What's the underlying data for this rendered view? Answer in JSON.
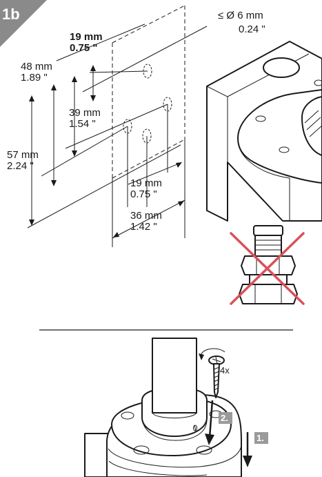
{
  "corner_label": "1b",
  "hole_dia": {
    "mm": "≤ Ø 6 mm",
    "in": "0.24 \""
  },
  "dim_19_top": {
    "mm": "19 mm",
    "in": "0.75 \""
  },
  "dim_48": {
    "mm": "48 mm",
    "in": "1.89 \""
  },
  "dim_39": {
    "mm": "39 mm",
    "in": "1.54 \""
  },
  "dim_57": {
    "mm": "57 mm",
    "in": "2.24 \""
  },
  "dim_19_bottom": {
    "mm": "19 mm",
    "in": "0.75 \""
  },
  "dim_36": {
    "mm": "36 mm",
    "in": "1.42 \""
  },
  "screw_count": "4x",
  "steps": {
    "one": "1.",
    "two": "2."
  },
  "colors": {
    "line": "#1a1a1a",
    "prohibited": "#d9505a",
    "label_bg": "#8a8a8a",
    "step_bg": "#9a9a9a"
  }
}
